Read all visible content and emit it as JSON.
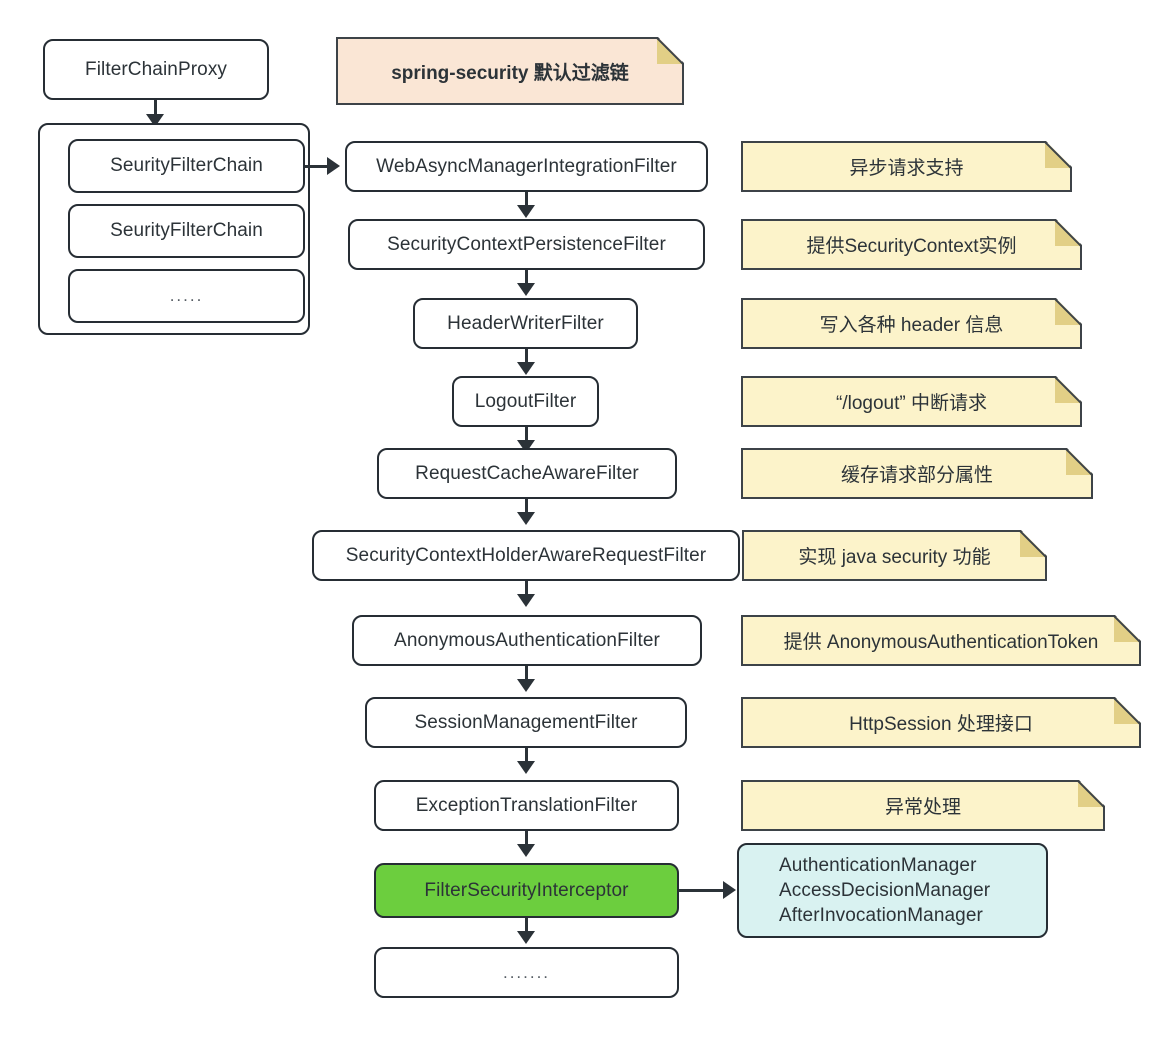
{
  "diagram": {
    "title_note": {
      "label": "spring-security 默认过滤链",
      "bg": "#fae6d5",
      "fold": "#e2cf86"
    },
    "colors": {
      "node_border": "#262d34",
      "node_bg": "#ffffff",
      "note_bg": "#fcf3ca",
      "note_fold": "#e2cf86",
      "highlight_green": "#6cce3e",
      "managers_blue": "#d9f2f1",
      "arrow": "#2b3238",
      "text": "#2c3338"
    },
    "proxy": {
      "label": "FilterChainProxy"
    },
    "chains": [
      {
        "label": "SeurityFilterChain"
      },
      {
        "label": "SeurityFilterChain"
      },
      {
        "label": "....."
      }
    ],
    "filters": [
      {
        "label": "WebAsyncManagerIntegrationFilter",
        "note": "异步请求支持"
      },
      {
        "label": "SecurityContextPersistenceFilter",
        "note": "提供SecurityContext实例"
      },
      {
        "label": "HeaderWriterFilter",
        "note": "写入各种 header 信息"
      },
      {
        "label": "LogoutFilter",
        "note": "“/logout” 中断请求"
      },
      {
        "label": "RequestCacheAwareFilter",
        "note": "缓存请求部分属性"
      },
      {
        "label": "SecurityContextHolderAwareRequestFilter",
        "note": "实现 java security 功能"
      },
      {
        "label": "AnonymousAuthenticationFilter",
        "note": "提供 AnonymousAuthenticationToken"
      },
      {
        "label": "SessionManagementFilter",
        "note": "HttpSession 处理接口"
      },
      {
        "label": "ExceptionTranslationFilter",
        "note": "异常处理"
      },
      {
        "label": "FilterSecurityInterceptor",
        "note": ""
      },
      {
        "label": ".......",
        "note": ""
      }
    ],
    "managers": {
      "label": "AuthenticationManager\nAccessDecisionManager\nAfterInvocationManager"
    }
  }
}
